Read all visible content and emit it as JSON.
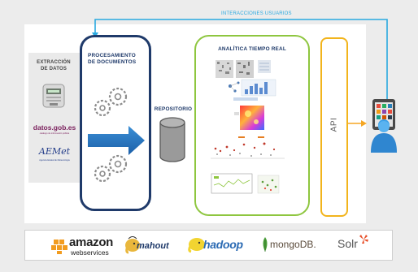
{
  "arrow_label": "INTERACCIONES USUARIOS",
  "sources": {
    "title": "EXTRACCIÓN DE DATOS",
    "datos_logo": "datos.gob.es",
    "datos_sub": "catálogo de información pública",
    "aemet_logo": "AEMet",
    "aemet_sub": "Agencia Estatal de Meteorología"
  },
  "processing": {
    "title": "PROCESAMIENTO DE DOCUMENTOS"
  },
  "repository": {
    "title": "REPOSITORIO"
  },
  "analytics": {
    "title": "ANALÍTICA TIEMPO REAL"
  },
  "api": {
    "label": "API"
  },
  "logos": {
    "amazon_main": "amazon",
    "amazon_sub": "webservices",
    "mahout": "mahout",
    "hadoop": "hadoop",
    "mongodb": "mongoDB.",
    "solr": "Solr"
  },
  "colors": {
    "blue_arrow": "#1e73be",
    "connector": "#2aa9e0",
    "navy": "#1f3a6a",
    "green": "#8ec63f",
    "yellow": "#f2b41c",
    "api_arrow": "#f5a623"
  }
}
